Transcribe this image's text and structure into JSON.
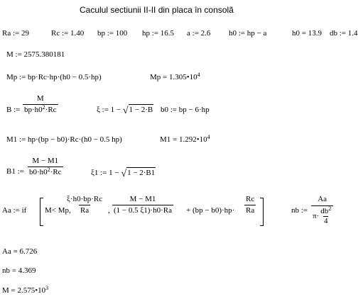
{
  "title": "Caculul sectiunii II-II din placa în consolã",
  "params": {
    "ra": "Ra := 29",
    "rc": "Rc := 1.40",
    "bp": "bp := 100",
    "hp": "hp := 16.5",
    "a": "a := 2.6",
    "h0_def": "h0 := hp − a",
    "h0_val": "h0 = 13.9",
    "db": "db := 1.4"
  },
  "m_def": "M := 2575.380181",
  "mp": {
    "def": "Mp := bp·Rc·hp·(h0 − 0.5·hp)",
    "val": "Mp = 1.305•10",
    "exp": "4"
  },
  "b": {
    "lhs": "B :=",
    "num": "M",
    "den": "bp·h0",
    "den_exp": "2",
    "den_tail": "·Rc"
  },
  "xi": {
    "lhs": "ξ := 1 −",
    "rad": "1 − 2·B"
  },
  "b0": "b0 := bp − 6·hp",
  "m1": {
    "def": "M1 := hp·(bp − b0)·Rc·(h0 − 0.5 hp)",
    "val": "M1 = 1.292•10",
    "exp": "4"
  },
  "b1": {
    "lhs": "B1 :=",
    "num": "M − M1",
    "den": "b0·h0",
    "den_exp": "2",
    "den_tail": "·Rc"
  },
  "xi1": {
    "lhs": "ξ1 := 1 −",
    "rad": "1 − 2·B1"
  },
  "aa": {
    "lhs": "Aa := if",
    "cond": "M< Mp,",
    "f1_num": "ξ·h0·bp·Rc",
    "f1_den": "Ra",
    "comma": ",",
    "f2_num": "M − M1",
    "f2_den": "(1 − 0.5 ξ1)·h0·Ra",
    "plus": "+ (bp − b0)·hp·",
    "f3_num": "Rc",
    "f3_den": "Ra"
  },
  "nb": {
    "lhs": "nb :=",
    "num": "Aa",
    "den_pre": "π·",
    "den_num": "db",
    "den_num_exp": "2",
    "den_den": "4"
  },
  "results": {
    "aa": "Aa = 6.726",
    "nb": "nb = 4.369",
    "m": "M = 2.575•10",
    "m_exp": "3"
  }
}
